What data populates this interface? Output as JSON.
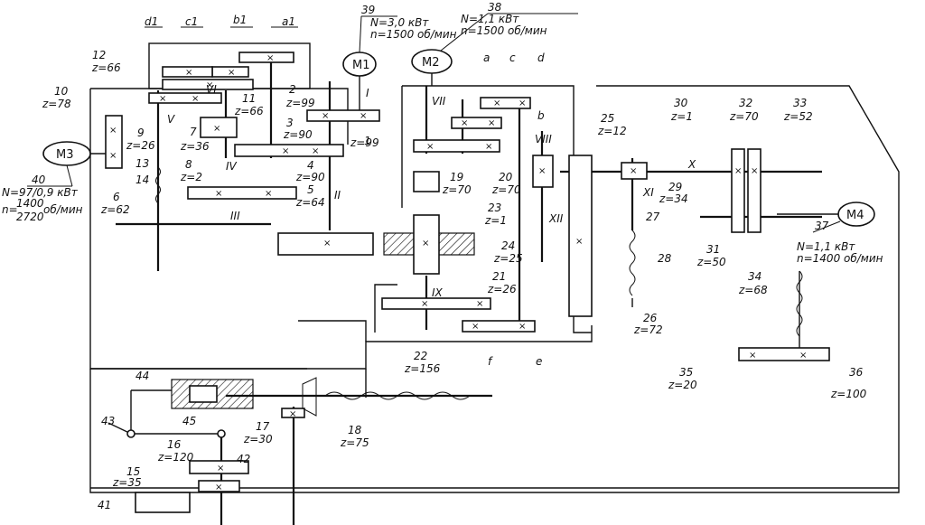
{
  "motors": {
    "m1": {
      "label": "M1",
      "number": "39",
      "power": "N=3,0 кВт",
      "speed": "n=1500 об/мин"
    },
    "m2": {
      "label": "M2",
      "number": "38",
      "power": "N=1,1 кВт",
      "speed": "n=1500 об/мин"
    },
    "m3": {
      "label": "M3",
      "number": "40",
      "power": "N=97/0,9 кВт",
      "speed_a": "n=",
      "speed_b": "1400",
      "speed_c": "об/мин",
      "speed_d": "2720"
    },
    "m4": {
      "label": "M4",
      "number": "37",
      "power": "N=1,1 кВт",
      "speed": "n=1400 об/мин"
    }
  },
  "gears": [
    {
      "id": "1",
      "z": "z=99"
    },
    {
      "id": "2",
      "z": "z=99"
    },
    {
      "id": "3",
      "z": "z=90"
    },
    {
      "id": "4",
      "z": "z=90"
    },
    {
      "id": "5",
      "z": "z=64"
    },
    {
      "id": "6",
      "z": "z=62"
    },
    {
      "id": "7",
      "z": "z=36"
    },
    {
      "id": "8",
      "z": "z=2"
    },
    {
      "id": "9",
      "z": "z=26"
    },
    {
      "id": "10",
      "z": "z=78"
    },
    {
      "id": "11",
      "z": "z=66"
    },
    {
      "id": "12",
      "z": "z=66"
    },
    {
      "id": "15",
      "z": "z=35"
    },
    {
      "id": "16",
      "z": "z=120"
    },
    {
      "id": "17",
      "z": "z=30"
    },
    {
      "id": "18",
      "z": "z=75"
    },
    {
      "id": "19",
      "z": "z=70"
    },
    {
      "id": "20",
      "z": "z=70"
    },
    {
      "id": "21",
      "z": "z=26"
    },
    {
      "id": "22",
      "z": "z=156"
    },
    {
      "id": "23",
      "z": "z=1"
    },
    {
      "id": "24",
      "z": "z=25"
    },
    {
      "id": "25",
      "z": "z=12"
    },
    {
      "id": "26",
      "z": "z=72"
    },
    {
      "id": "29",
      "z": "z=34"
    },
    {
      "id": "30",
      "z": "z=1"
    },
    {
      "id": "31",
      "z": "z=50"
    },
    {
      "id": "32",
      "z": "z=70"
    },
    {
      "id": "33",
      "z": "z=52"
    },
    {
      "id": "34",
      "z": "z=68"
    },
    {
      "id": "35",
      "z": "z=20"
    },
    {
      "id": "36",
      "z": "z=100"
    }
  ],
  "numbers": [
    "13",
    "14",
    "27",
    "28",
    "41",
    "42",
    "43",
    "44",
    "45"
  ],
  "letters": [
    "a1",
    "b1",
    "c1",
    "d1",
    "a",
    "c",
    "d",
    "b",
    "f",
    "e"
  ],
  "shafts": [
    "I",
    "II",
    "III",
    "IV",
    "V",
    "VI",
    "VII",
    "VIII",
    "IX",
    "X",
    "XI",
    "XII"
  ]
}
